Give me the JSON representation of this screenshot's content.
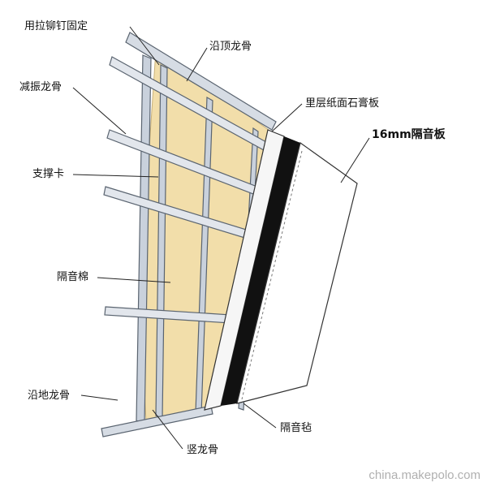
{
  "labels": {
    "rivet": "用拉铆钉固定",
    "top_track": "沿顶龙骨",
    "resilient_channel": "减振龙骨",
    "inner_board": "里层纸面石膏板",
    "acoustic_board": "16mm隔音板",
    "support_clip": "支撑卡",
    "insulation": "隔音棉",
    "floor_track": "沿地龙骨",
    "sound_felt": "隔音毡",
    "vertical_stud": "竖龙骨"
  },
  "watermark": "china.makepolo.com",
  "colors": {
    "insulation_fill": "#f2deaa",
    "stud": "#c9d1dc",
    "stud_edge": "#5a6470",
    "felt": "#111111",
    "board": "#ffffff",
    "leader": "#222222"
  }
}
